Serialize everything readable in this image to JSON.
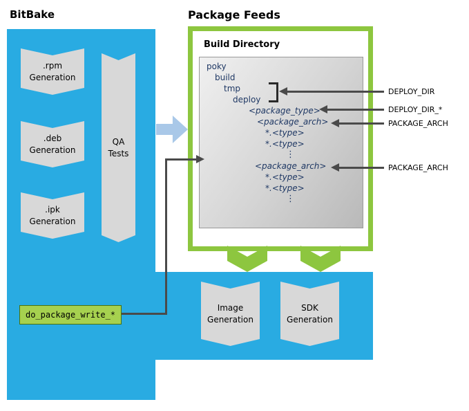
{
  "colors": {
    "blue": "#29abe2",
    "green": "#8dc63f",
    "gray": "#d8d8d8",
    "pale_blue": "#a9c8e8",
    "arrow_gray": "#4a4a4a",
    "tree_text": "#1f3864",
    "task_green": "#a6d14f"
  },
  "bitbake": {
    "title": "BitBake"
  },
  "package_feeds": {
    "title": "Package Feeds",
    "build_directory": "Build Directory",
    "tree": [
      {
        "text": "poky"
      },
      {
        "text": "build"
      },
      {
        "text": "tmp"
      },
      {
        "text": "deploy"
      },
      {
        "text": "<package_type>"
      },
      {
        "text": "<package_arch>"
      },
      {
        "text": "*.<type>"
      },
      {
        "text": "*.<type>"
      },
      {
        "text": "⋮"
      },
      {
        "text": "<package_arch>"
      },
      {
        "text": "*.<type>"
      },
      {
        "text": "*.<type>"
      },
      {
        "text": "⋮"
      }
    ]
  },
  "generators": [
    {
      "line1": ".rpm",
      "line2": "Generation"
    },
    {
      "line1": ".deb",
      "line2": "Generation"
    },
    {
      "line1": ".ipk",
      "line2": "Generation"
    }
  ],
  "qa": {
    "line1": "QA",
    "line2": "Tests"
  },
  "task": {
    "label": "do_package_write_*"
  },
  "annotations": [
    {
      "label": "DEPLOY_DIR"
    },
    {
      "label": "DEPLOY_DIR_*"
    },
    {
      "label": "PACKAGE_ARCH"
    },
    {
      "label": "PACKAGE_ARCH"
    }
  ],
  "outputs": [
    {
      "line1": "Image",
      "line2": "Generation"
    },
    {
      "line1": "SDK",
      "line2": "Generation"
    }
  ]
}
